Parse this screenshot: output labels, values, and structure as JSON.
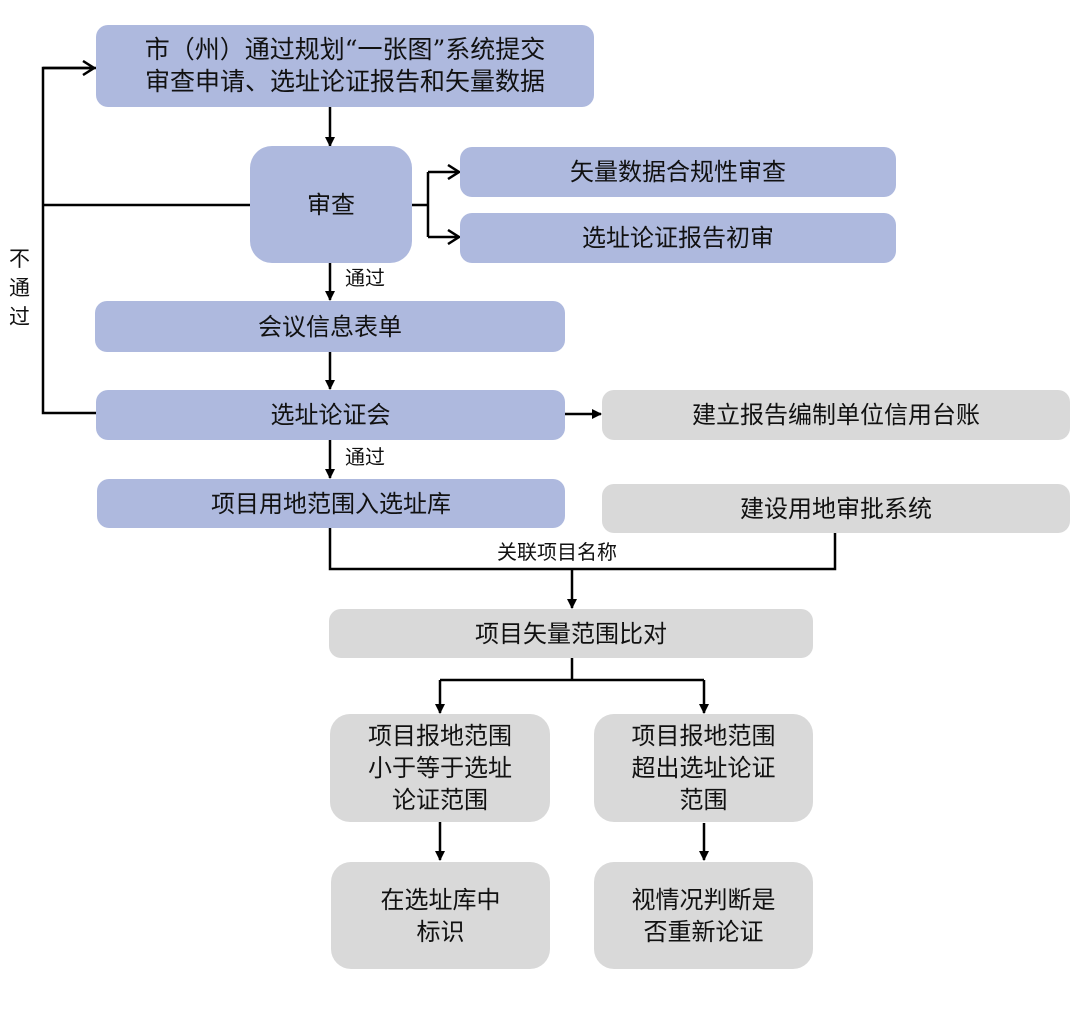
{
  "nodes": {
    "submit": "市（州）通过规划“一张图”系统提交\n审查申请、选址论证报告和矢量数据",
    "review": "审查",
    "vector_check": "矢量数据合规性审查",
    "report_precheck": "选址论证报告初审",
    "meeting_form": "会议信息表单",
    "site_meeting": "选址论证会",
    "credit_ledger": "建立报告编制单位信用台账",
    "into_library": "项目用地范围入选址库",
    "approval_system": "建设用地审批系统",
    "vector_compare": "项目矢量范围比对",
    "within_range": "项目报地范围\n小于等于选址\n论证范围",
    "exceed_range": "项目报地范围\n超出选址论证\n范围",
    "mark_in_library": "在选址库中\n标识",
    "decide_reargue": "视情况判断是\n否重新论证"
  },
  "labels": {
    "fail": "不\n通\n过",
    "pass_1": "通过",
    "pass_2": "通过",
    "link_name": "关联项目名称"
  },
  "colors": {
    "blue": "#AEB9DE",
    "gray": "#D9D9D9",
    "line": "#000000"
  }
}
